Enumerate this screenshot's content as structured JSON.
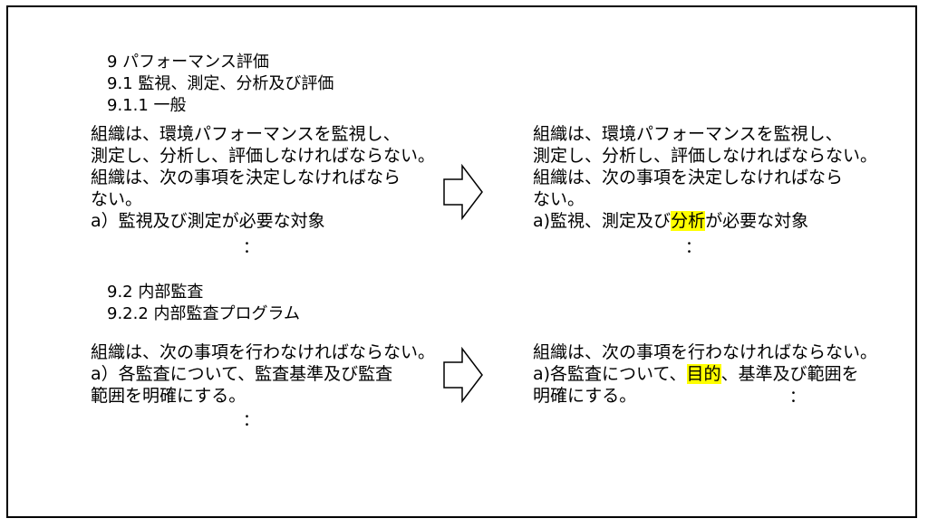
{
  "headings": {
    "section_9": "9 パフォーマンス評価",
    "section_9_1": "9.1 監視、測定、分析及び評価",
    "section_9_1_1": "9.1.1 一般",
    "section_9_2": "9.2 内部監査",
    "section_9_2_2": "9.2.2 内部監査プログラム"
  },
  "block1": {
    "left": {
      "lines": [
        "組織は、環境パフォーマンスを監視し、",
        "測定し、分析し、評価しなければならない。",
        "組織は、次の事項を決定しなければなら",
        "ない。",
        "a）監視及び測定が必要な対象"
      ],
      "ellipsis": "："
    },
    "right": {
      "lines": [
        "組織は、環境パフォーマンスを監視し、",
        "測定し、分析し、評価しなければならない。",
        "組織は、次の事項を決定しなければなら",
        "ない。"
      ],
      "line5_before": "a)監視、測定及び",
      "line5_highlight": "分析",
      "line5_after": "が必要な対象",
      "ellipsis": "："
    }
  },
  "block2": {
    "left": {
      "lines": [
        "組織は、次の事項を行わなければならない。",
        "a）各監査について、監査基準及び監査",
        "範囲を明確にする。"
      ],
      "ellipsis": "："
    },
    "right": {
      "line1": "組織は、次の事項を行わなければならない。",
      "line2_before": "a)各監査について、",
      "line2_highlight": "目的",
      "line2_after": "、基準及び範囲を",
      "line3": "明確にする。",
      "ellipsis": "："
    }
  },
  "colors": {
    "highlight": "#ffff00",
    "border": "#000000"
  },
  "icons": {
    "arrow": "right-arrow-outline"
  }
}
